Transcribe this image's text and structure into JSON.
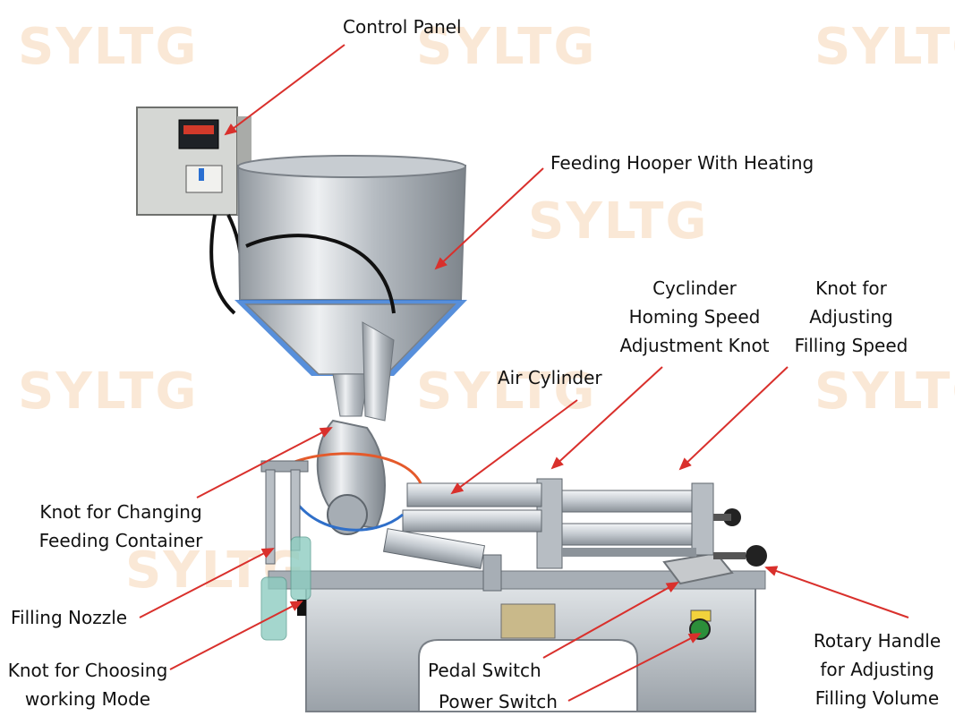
{
  "watermark": {
    "text": "SYLTG",
    "color": "#f7d7b5"
  },
  "colors": {
    "arrow": "#d9302c",
    "steel": "#c9cdd2",
    "steel_dark": "#8d949b",
    "blue_rim": "#3a7bd5"
  },
  "callouts": [
    {
      "id": "control-panel",
      "lines": [
        "Control Panel"
      ]
    },
    {
      "id": "feeding-hopper",
      "lines": [
        "Feeding Hooper With Heating"
      ]
    },
    {
      "id": "homing-speed-knot",
      "lines": [
        "Cyclinder",
        "Homing Speed",
        "Adjustment Knot"
      ]
    },
    {
      "id": "filling-speed-knot",
      "lines": [
        "Knot for",
        "Adjusting",
        "Filling Speed"
      ]
    },
    {
      "id": "air-cylinder",
      "lines": [
        "Air Cylinder"
      ]
    },
    {
      "id": "changing-container-knot",
      "lines": [
        "Knot for Changing",
        "Feeding Container"
      ]
    },
    {
      "id": "filling-nozzle",
      "lines": [
        "Filling Nozzle"
      ]
    },
    {
      "id": "working-mode-knot",
      "lines": [
        "Knot for Choosing",
        "working Mode"
      ]
    },
    {
      "id": "pedal-switch",
      "lines": [
        "Pedal Switch"
      ]
    },
    {
      "id": "power-switch",
      "lines": [
        "Power Switch"
      ]
    },
    {
      "id": "rotary-handle",
      "lines": [
        "Rotary Handle",
        "for Adjusting",
        "Filling Volume"
      ]
    }
  ]
}
